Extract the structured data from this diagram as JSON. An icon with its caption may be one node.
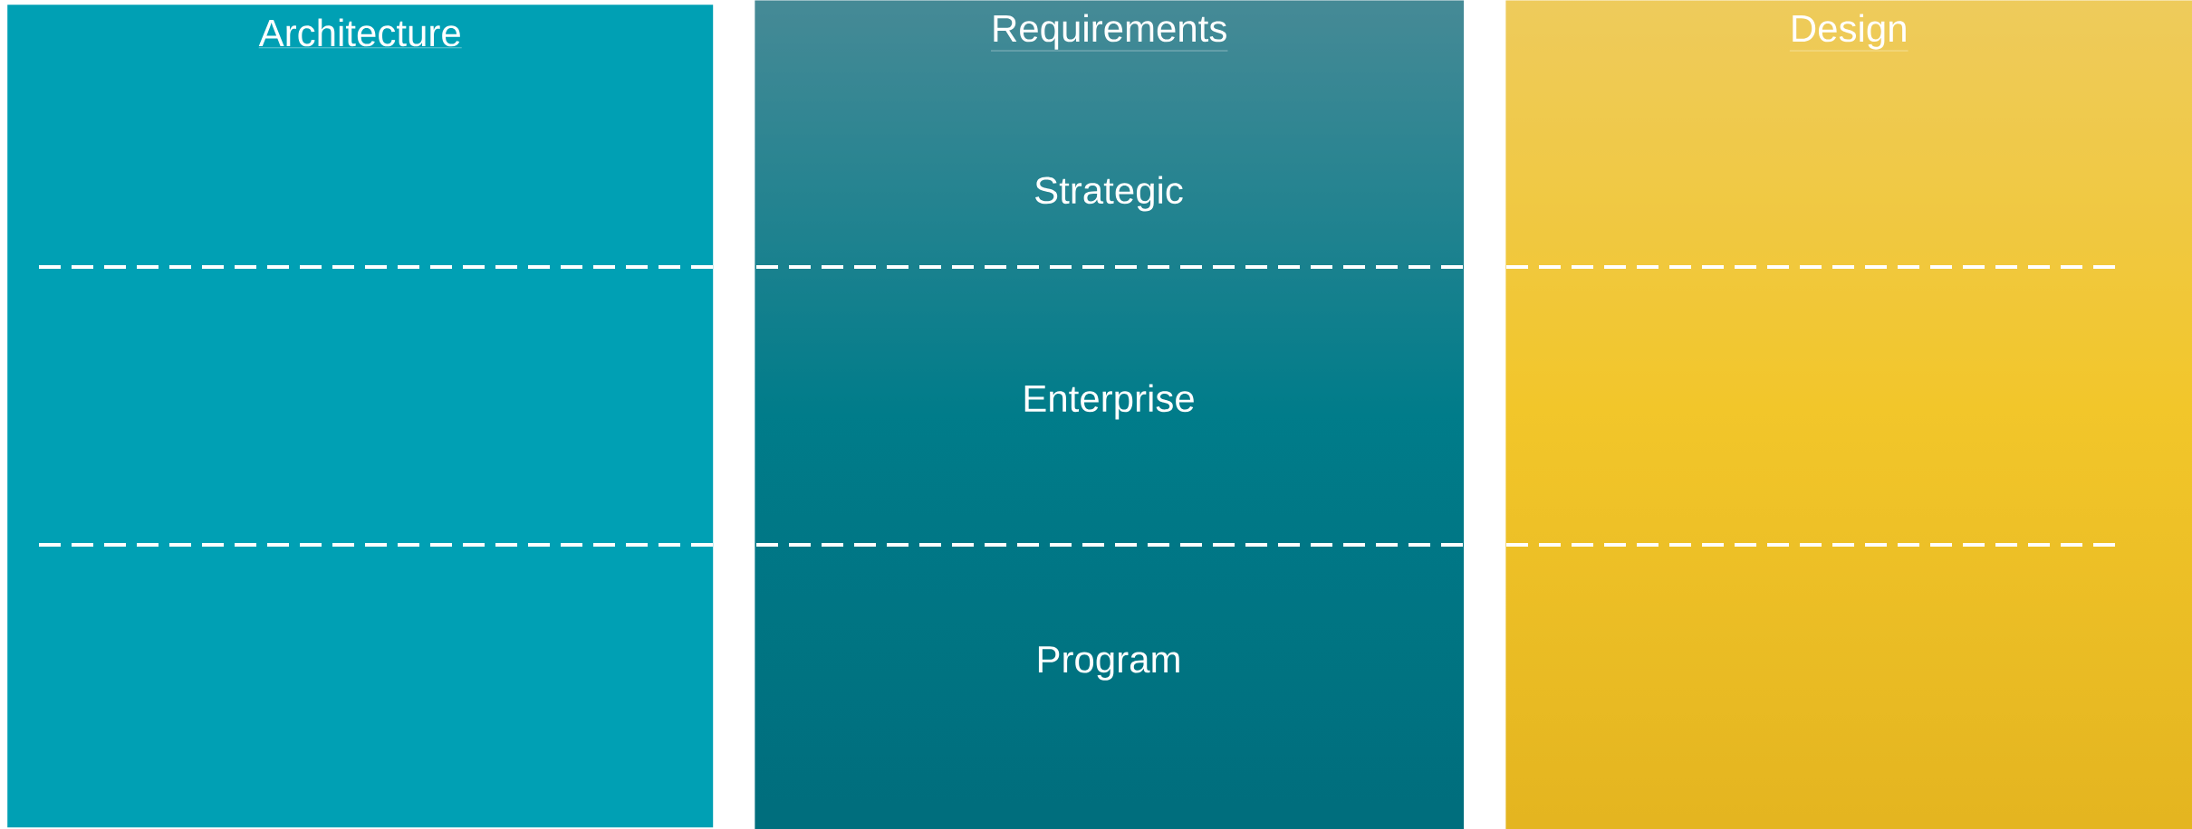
{
  "diagram": {
    "nodes": [
      {
        "text": [
          "Architecture"
        ]
      },
      {
        "text": [
          "Requirements"
        ]
      },
      {
        "text": [
          "Design"
        ]
      }
    ],
    "labels": [
      "Strategic",
      "Enterprise",
      "Program"
    ]
  }
}
